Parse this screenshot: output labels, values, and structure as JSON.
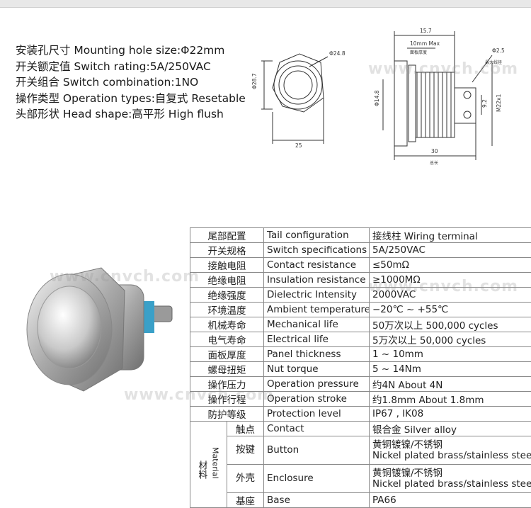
{
  "specs": {
    "mounting": "安装孔尺寸 Mounting hole size:Φ22mm",
    "rating": "开关额定值 Switch rating:5A/250VAC",
    "combination": "开关组合 Switch combination:1NO",
    "operation": "操作类型 Operation types:自复式 Resetable",
    "head": "头部形状 Head shape:高平形 High flush"
  },
  "drawing": {
    "dim_outer": "Φ24.8",
    "dim_height": "Φ28.7",
    "dim_width": "25",
    "dim_total": "15.7",
    "dim_max": "10mm  Max",
    "dim_panel": "面板厚度",
    "dim_hole": "Φ2.5",
    "dim_hole_cn": "最大线径",
    "dim_inner": "Φ14.8",
    "dim_pitch": "9.2",
    "dim_thread": "M22x1",
    "dim_length": "30",
    "dim_length_cn": "总长"
  },
  "watermark": "www.cnvch.com",
  "table": {
    "rows": [
      {
        "cn": "尾部配置",
        "en": "Tail configuration",
        "val": "接线柱 Wiring terminal"
      },
      {
        "cn": "开关规格",
        "en": "Switch specifications",
        "val": " 5A/250VAC"
      },
      {
        "cn": "接触电阻",
        "en": "Contact resistance",
        "val": "≤50mΩ"
      },
      {
        "cn": "绝缘电阻",
        "en": "Insulation resistance",
        "val": "≥1000MΩ"
      },
      {
        "cn": "绝缘强度",
        "en": "Dielectric Intensity",
        "val": "2000VAC"
      },
      {
        "cn": "环境温度",
        "en": "Ambient temperature",
        "val": "−20℃ ~ +55℃"
      },
      {
        "cn": "机械寿命",
        "en": "Mechanical life",
        "val": "50万次以上 500,000 cycles"
      },
      {
        "cn": "电气寿命",
        "en": "Electrical life",
        "val": "5万次以上 50,000  cycles"
      },
      {
        "cn": "面板厚度",
        "en": "Panel thickness",
        "val": "1 ~ 10mm"
      },
      {
        "cn": "螺母扭矩",
        "en": "Nut torque",
        "val": "5 ~ 14Nm"
      },
      {
        "cn": "操作压力",
        "en": "Operation pressure",
        "val": "约4N About 4N"
      },
      {
        "cn": "操作行程",
        "en": "Operation stroke",
        "val": "约1.8mm About 1.8mm"
      },
      {
        "cn": "防护等级",
        "en": "Protection level",
        "val": "IP67 , IK08"
      }
    ],
    "material_cn": "材料",
    "material_en": "Material",
    "material_rows": [
      {
        "cn": "触点",
        "en": "Contact",
        "val": "银合金 Silver alloy"
      },
      {
        "cn": "按键",
        "en": "Button",
        "val1": "黄铜镀镍/不锈钢",
        "val2": "Nickel plated brass/stainless steel"
      },
      {
        "cn": "外壳",
        "en": "Enclosure",
        "val1": "黄铜镀镍/不锈钢",
        "val2": "Nickel plated brass/stainless steel"
      },
      {
        "cn": "基座",
        "en": "Base",
        "val": "PA66"
      }
    ]
  }
}
